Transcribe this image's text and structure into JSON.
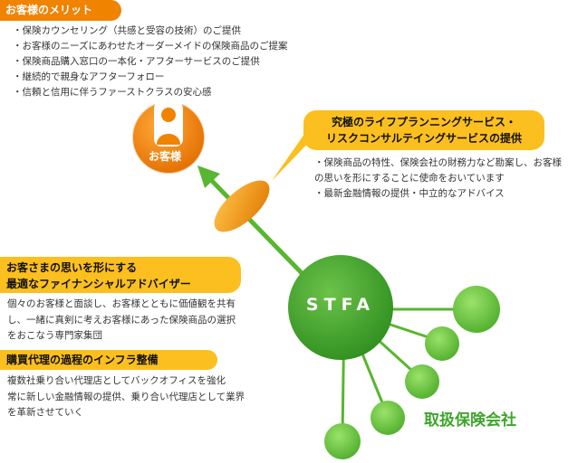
{
  "merit": {
    "title": "お客様のメリット",
    "items": [
      "保険カウンセリング（共感と受容の技術）のご提供",
      "お客様のニーズにあわせたオーダーメイドの保険商品のご提案",
      "保険商品購入窓口の一本化・アフターサービスのご提供",
      "継続的で親身なアフターフォロー",
      "信頼と信用に伴うファーストクラスの安心感"
    ]
  },
  "customer": {
    "label": "お客様",
    "icon": "person-icon",
    "color": "#f08300"
  },
  "service": {
    "title_lines": [
      "究極のライフプランニングサービス・",
      "リスクコンサルテイングサービスの提供"
    ],
    "items": [
      "保険商品の特性、保険会社の財務力など勘案し、お客様の思いを形にすることに使命をおいています",
      "最新金融情報の提供・中立的なアドバイス"
    ]
  },
  "advisor": {
    "title_lines": [
      "お客さまの思いを形にする",
      "最適なファイナンシャルアドバイザー"
    ],
    "body_lines": [
      "個々のお客様と面談し、お客様とともに価値観を共有",
      "し、一緒に真剣に考えお客様にあった保険商品の選択",
      "をおこなう専門家集団"
    ]
  },
  "infra": {
    "title": "購買代理の過程のインフラ整備",
    "body_lines": [
      "複数社乗り合い代理店としてバックオフィスを強化",
      "常に新しい金融情報の提供、乗り合い代理店として業界",
      "を革新させていく"
    ]
  },
  "center": {
    "label": "STFA",
    "color": "#3fa52c"
  },
  "insurers_label": "取扱保険会社",
  "colors": {
    "orange": "#f08300",
    "yellow": "#fbbf1f",
    "green": "#3fa52c",
    "light_green": "#6fc63f"
  }
}
